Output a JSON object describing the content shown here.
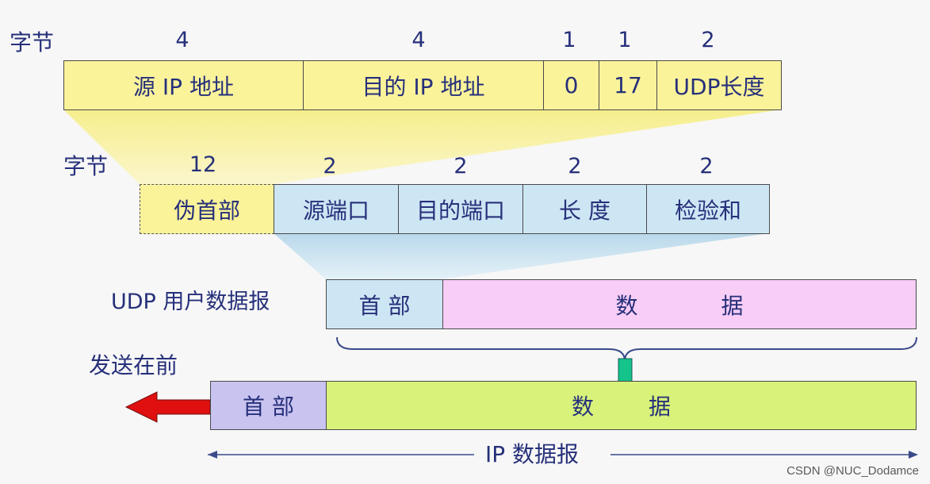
{
  "bytes_label": "字节",
  "ip_pseudo_row": {
    "sizes": [
      "4",
      "4",
      "1",
      "1",
      "2"
    ],
    "fields": [
      "源 IP 地址",
      "目的 IP 地址",
      "0",
      "17",
      "UDP长度"
    ]
  },
  "udp_header_row": {
    "sizes": [
      "12",
      "2",
      "2",
      "2",
      "2"
    ],
    "fields": [
      "伪首部",
      "源端口",
      "目的端口",
      "长 度",
      "检验和"
    ]
  },
  "udp_datagram": {
    "label": "UDP 用户数据报",
    "header": "首 部",
    "data": "数 据"
  },
  "ip_datagram": {
    "send_first": "发送在前",
    "header": "首 部",
    "data": "数 据",
    "label": "IP 数据报"
  },
  "watermark": "CSDN @NUC_Dodamce",
  "colors": {
    "yellow": "#fbf39a",
    "blue": "#cde6f4",
    "pink": "#f8cdf6",
    "violet": "#c9c3f0",
    "green": "#d8f27a",
    "text": "#26307a",
    "red_arrow": "#e01010",
    "teal_arrow": "#14c48a"
  }
}
